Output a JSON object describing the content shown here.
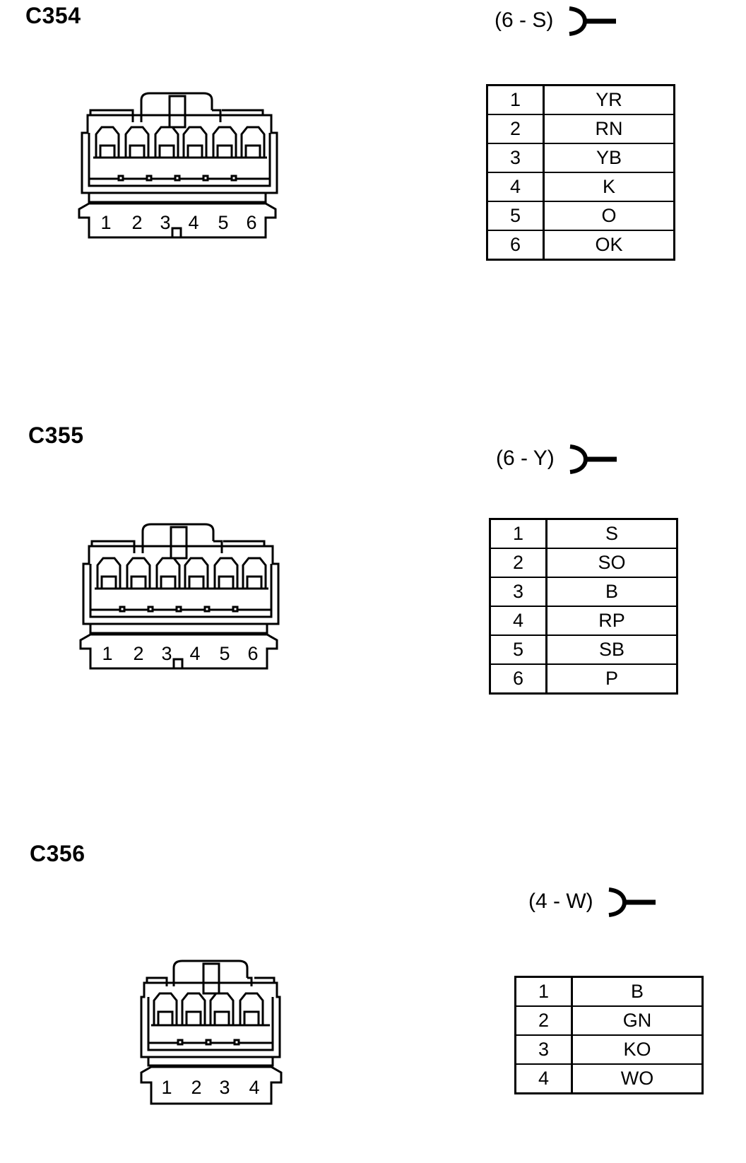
{
  "connectors": [
    {
      "id": "C354",
      "spec": "(6 - S)",
      "pin_labels": [
        "1",
        "2",
        "3",
        "4",
        "5",
        "6"
      ],
      "pins": [
        {
          "pin": "1",
          "color": "YR"
        },
        {
          "pin": "2",
          "color": "RN"
        },
        {
          "pin": "3",
          "color": "YB"
        },
        {
          "pin": "4",
          "color": "K"
        },
        {
          "pin": "5",
          "color": "O"
        },
        {
          "pin": "6",
          "color": "OK"
        }
      ]
    },
    {
      "id": "C355",
      "spec": "(6 - Y)",
      "pin_labels": [
        "1",
        "2",
        "3",
        "4",
        "5",
        "6"
      ],
      "pins": [
        {
          "pin": "1",
          "color": "S"
        },
        {
          "pin": "2",
          "color": "SO"
        },
        {
          "pin": "3",
          "color": "B"
        },
        {
          "pin": "4",
          "color": "RP"
        },
        {
          "pin": "5",
          "color": "SB"
        },
        {
          "pin": "6",
          "color": "P"
        }
      ]
    },
    {
      "id": "C356",
      "spec": "(4 - W)",
      "pin_labels": [
        "1",
        "2",
        "3",
        "4"
      ],
      "pins": [
        {
          "pin": "1",
          "color": "B"
        },
        {
          "pin": "2",
          "color": "GN"
        },
        {
          "pin": "3",
          "color": "KO"
        },
        {
          "pin": "4",
          "color": "WO"
        }
      ]
    }
  ]
}
